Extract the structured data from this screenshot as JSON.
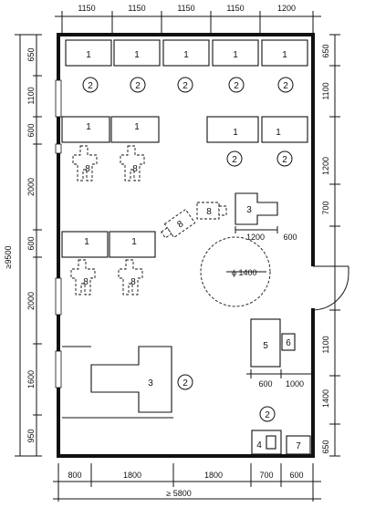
{
  "plan": {
    "top_dims": [
      "1150",
      "1150",
      "1150",
      "1150",
      "1200"
    ],
    "bottom_dims": [
      "800",
      "1800",
      "1800",
      "700",
      "600"
    ],
    "overall_width": "≥ 5800",
    "overall_height": "≥9500",
    "left_dims": [
      "650",
      "1100",
      "600",
      "2000",
      "600",
      "2000",
      "1600",
      "950"
    ],
    "right_dims": [
      "650",
      "1100",
      "1200",
      "700",
      "1100",
      "1400",
      "650"
    ],
    "station_dims": [
      "1200",
      "600"
    ],
    "table_dims": [
      "600",
      "1000"
    ],
    "turning_circle": "ϕ 1400",
    "labels": {
      "unit_1": "1",
      "unit_2": "2",
      "unit_3": "3",
      "unit_4": "4",
      "unit_5": "5",
      "unit_6": "6",
      "unit_7": "7",
      "unit_8": "8"
    }
  }
}
